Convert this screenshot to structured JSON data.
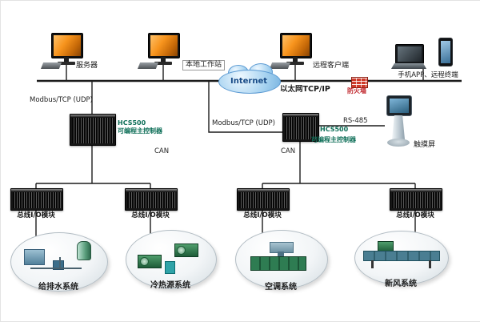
{
  "nodes": {
    "server": {
      "label": "服务器"
    },
    "workstation": {
      "label": "本地工作站"
    },
    "remote_client": {
      "label": "远程客户端"
    },
    "mobile": {
      "label": "手机APP、远程终端"
    },
    "internet": {
      "label": "Internet"
    },
    "ethernet": {
      "label": "以太网TCP/IP"
    },
    "firewall": {
      "label": "防火墙"
    },
    "modbus_left": {
      "label": "Modbus/TCP (UDP)"
    },
    "modbus_mid": {
      "label": "Modbus/TCP (UDP)"
    },
    "rs485": {
      "label": "RS-485"
    },
    "can_left": {
      "label": "CAN"
    },
    "can_right": {
      "label": "CAN"
    },
    "touchscreen": {
      "label": "触摸屏"
    }
  },
  "controllers": {
    "left": {
      "model": "HCS500",
      "desc": "可编程主控制器"
    },
    "right": {
      "model": "HCS500",
      "desc": "可编程主控制器"
    }
  },
  "io_modules": [
    {
      "label": "总线I/O模块"
    },
    {
      "label": "总线I/O模块"
    },
    {
      "label": "总线I/O模块"
    },
    {
      "label": "总线I/O模块"
    }
  ],
  "systems": [
    {
      "label": "给排水系统"
    },
    {
      "label": "冷热源系统"
    },
    {
      "label": "空调系统"
    },
    {
      "label": "新风系统"
    }
  ],
  "colors": {
    "screen_orange": "#f7941d",
    "cloud_blue": "#a6d2f0",
    "firewall_red": "#cf3a2a",
    "controller_green": "#0d6e57",
    "line_black": "#1c1c1c"
  }
}
